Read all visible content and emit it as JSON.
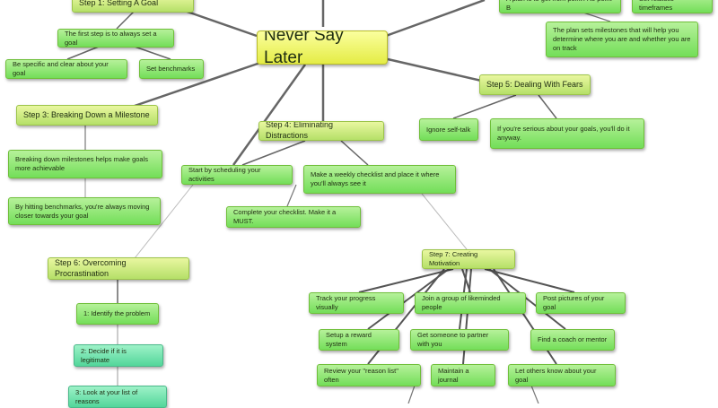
{
  "center": "Never Say Later",
  "step1": {
    "title": "Step 1: Setting A Goal",
    "first": "The first step is to always set a goal",
    "specific": "Be specific and clear about your goal",
    "benchmarks": "Set benchmarks"
  },
  "step2": {
    "plan": "A plan is to get from point A to point B",
    "timeframes": "Set realistic timeframes",
    "milestones": "The plan sets milestones that will help you determine where you are and whether you are on track"
  },
  "step3": {
    "title": "Step 3: Breaking Down a Milestone",
    "easier": "Breaking down milestones helps make goals more achievable",
    "closer": "By hitting benchmarks, you're always moving closer towards your goal"
  },
  "step4": {
    "title": "Step 4: Eliminating Distractions",
    "schedule": "Start by scheduling your activities",
    "checklist": "Make a weekly checklist and place it where you'll always see it",
    "complete": "Complete your checklist. Make it a MUST."
  },
  "step5": {
    "title": "Step 5: Dealing With Fears",
    "ignore": "Ignore self-talk",
    "serious": "If you're serious about your goals, you'll do it anyway."
  },
  "step6": {
    "title": "Step 6: Overcoming Procrastination",
    "identify": "1: Identify the problem",
    "decide": "2: Decide if it is legitimate",
    "reasons": "3: Look at your list of reasons"
  },
  "step7": {
    "title": "Step 7: Creating Motivation",
    "track": "Track your progress visually",
    "join": "Join a group of likeminded people",
    "pictures": "Post pictures of your goal",
    "reward": "Setup a reward system",
    "partner": "Get someone to partner with you",
    "coach": "Find a coach or mentor",
    "reason_list": "Review your \"reason list\" often",
    "journal": "Maintain a journal",
    "others": "Let others know about your goal"
  }
}
